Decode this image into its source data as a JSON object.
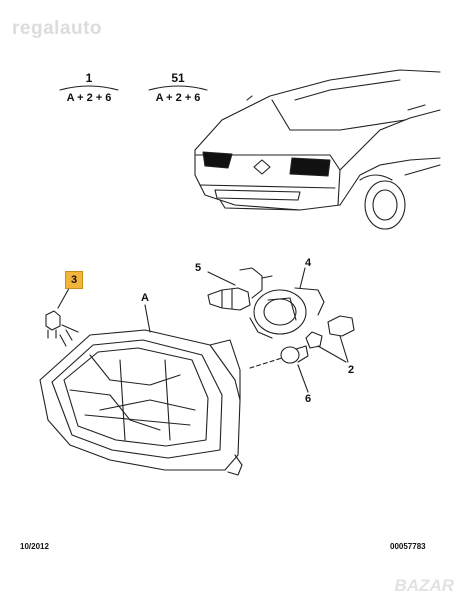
{
  "watermark_top": "regalauto",
  "watermark_bottom": "BAZAR",
  "groups": [
    {
      "number": "1",
      "formula": "A + 2 + 6"
    },
    {
      "number": "51",
      "formula": "A + 2 + 6"
    }
  ],
  "callouts": {
    "a": "A",
    "c2": "2",
    "c3": "3",
    "c4": "4",
    "c5": "5",
    "c6": "6"
  },
  "highlight_color": "#f2b53a",
  "footer": {
    "date": "10/2012",
    "ref": "00057783"
  }
}
